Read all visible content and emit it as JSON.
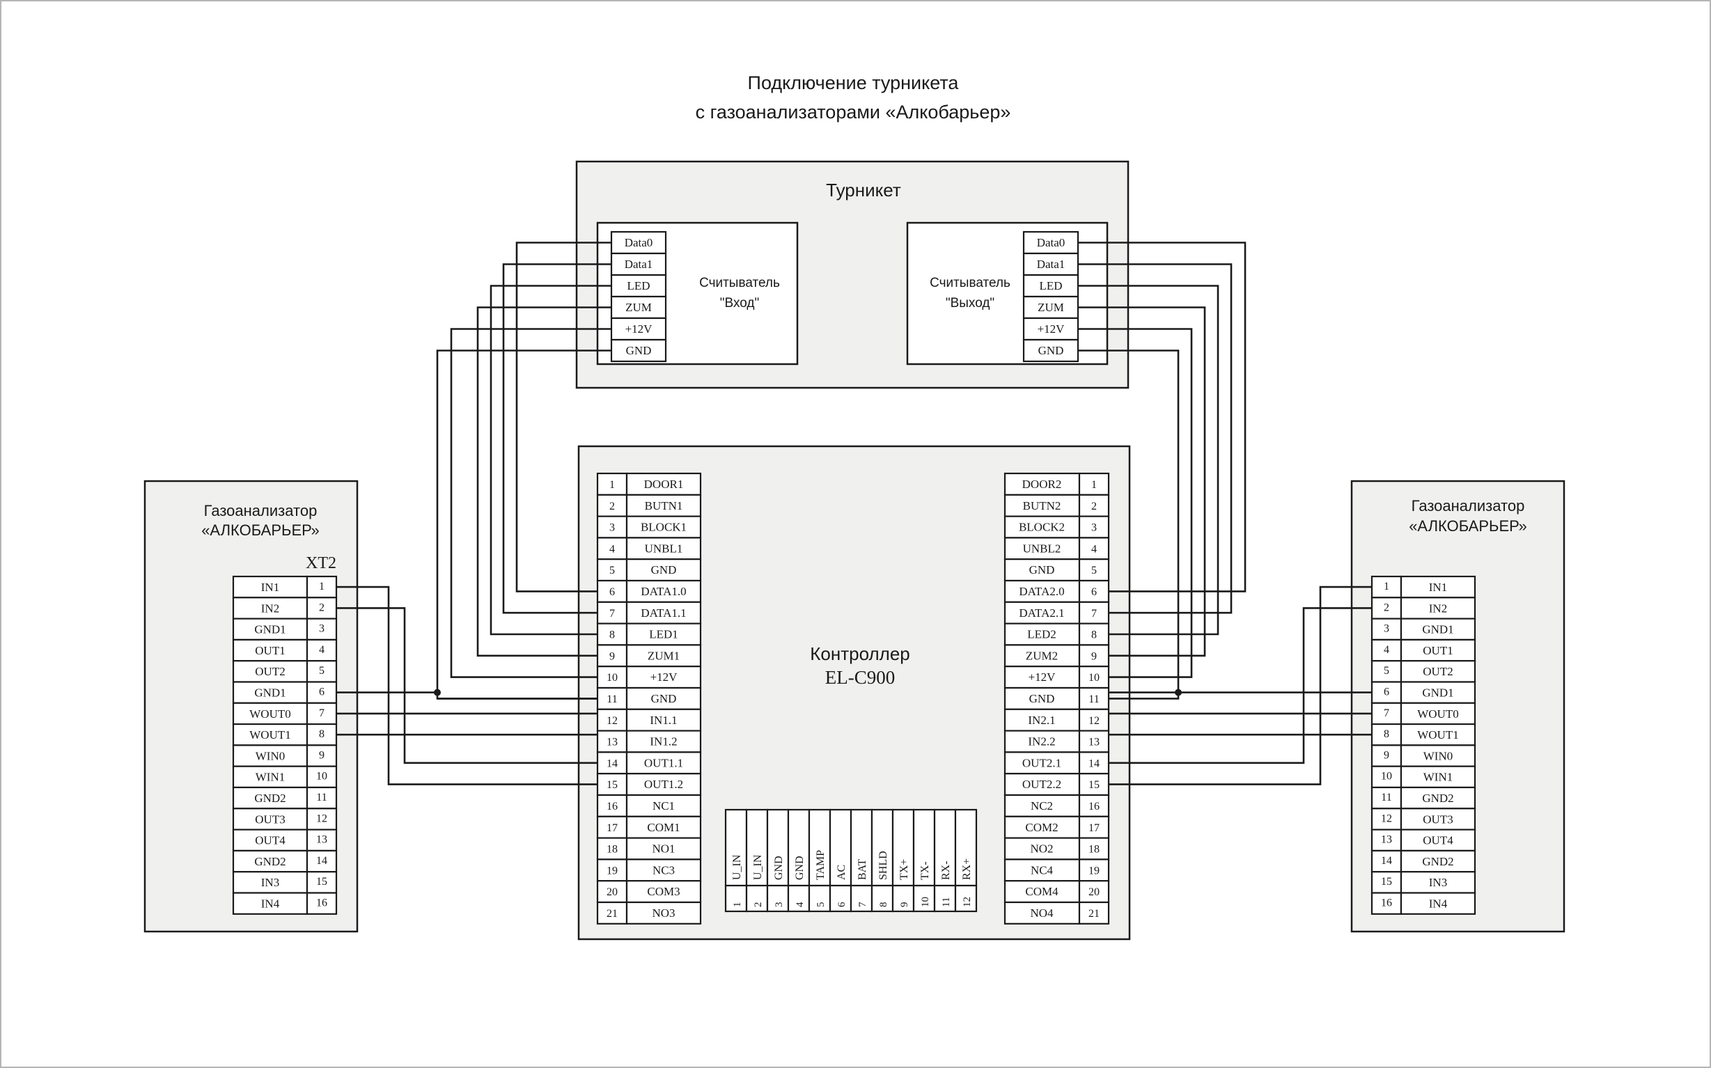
{
  "title": {
    "line1": "Подключение турникета",
    "line2": "с газоанализаторами «Алкобарьер»"
  },
  "turnstile": {
    "label": "Турникет",
    "reader_in": {
      "line1": "Считыватель",
      "line2": "\"Вход\""
    },
    "reader_out": {
      "line1": "Считыватель",
      "line2": "\"Выход\""
    },
    "reader_pins": [
      "Data0",
      "Data1",
      "LED",
      "ZUM",
      "+12V",
      "GND"
    ]
  },
  "controller": {
    "line1": "Контроллер",
    "line2": "EL-C900",
    "left_pins": [
      "DOOR1",
      "BUTN1",
      "BLOCK1",
      "UNBL1",
      "GND",
      "DATA1.0",
      "DATA1.1",
      "LED1",
      "ZUM1",
      "+12V",
      "GND",
      "IN1.1",
      "IN1.2",
      "OUT1.1",
      "OUT1.2",
      "NC1",
      "COM1",
      "NO1",
      "NC3",
      "COM3",
      "NO3"
    ],
    "left_nums": [
      "1",
      "2",
      "3",
      "4",
      "5",
      "6",
      "7",
      "8",
      "9",
      "10",
      "11",
      "12",
      "13",
      "14",
      "15",
      "16",
      "17",
      "18",
      "19",
      "20",
      "21"
    ],
    "right_pins": [
      "DOOR2",
      "BUTN2",
      "BLOCK2",
      "UNBL2",
      "GND",
      "DATA2.0",
      "DATA2.1",
      "LED2",
      "ZUM2",
      "+12V",
      "GND",
      "IN2.1",
      "IN2.2",
      "OUT2.1",
      "OUT2.2",
      "NC2",
      "COM2",
      "NO2",
      "NC4",
      "COM4",
      "NO4"
    ],
    "right_nums": [
      "1",
      "2",
      "3",
      "4",
      "5",
      "6",
      "7",
      "8",
      "9",
      "10",
      "11",
      "12",
      "13",
      "14",
      "15",
      "16",
      "17",
      "18",
      "19",
      "20",
      "21"
    ],
    "bottom_pins": [
      "U_IN",
      "U_IN",
      "GND",
      "GND",
      "TAMP",
      "AC",
      "BAT",
      "SHLD",
      "TX+",
      "TX-",
      "RX-",
      "RX+"
    ],
    "bottom_nums": [
      "1",
      "2",
      "3",
      "4",
      "5",
      "6",
      "7",
      "8",
      "9",
      "10",
      "11",
      "12"
    ]
  },
  "analyzer_left": {
    "line1": "Газоанализатор",
    "line2": "«АЛКОБАРЬЕР»",
    "connector": "XT2",
    "pins": [
      "IN1",
      "IN2",
      "GND1",
      "OUT1",
      "OUT2",
      "GND1",
      "WOUT0",
      "WOUT1",
      "WIN0",
      "WIN1",
      "GND2",
      "OUT3",
      "OUT4",
      "GND2",
      "IN3",
      "IN4"
    ],
    "nums": [
      "1",
      "2",
      "3",
      "4",
      "5",
      "6",
      "7",
      "8",
      "9",
      "10",
      "11",
      "12",
      "13",
      "14",
      "15",
      "16"
    ]
  },
  "analyzer_right": {
    "line1": "Газоанализатор",
    "line2": "«АЛКОБАРЬЕР»",
    "pins": [
      "IN1",
      "IN2",
      "GND1",
      "OUT1",
      "OUT2",
      "GND1",
      "WOUT0",
      "WOUT1",
      "WIN0",
      "WIN1",
      "GND2",
      "OUT3",
      "OUT4",
      "GND2",
      "IN3",
      "IN4"
    ],
    "nums": [
      "1",
      "2",
      "3",
      "4",
      "5",
      "6",
      "7",
      "8",
      "9",
      "10",
      "11",
      "12",
      "13",
      "14",
      "15",
      "16"
    ]
  },
  "colors": {
    "line": "#1a1a1a",
    "box_fill": "#f0f0ef",
    "cell_fill": "#ffffff",
    "page_border": "#b5b5b5"
  }
}
